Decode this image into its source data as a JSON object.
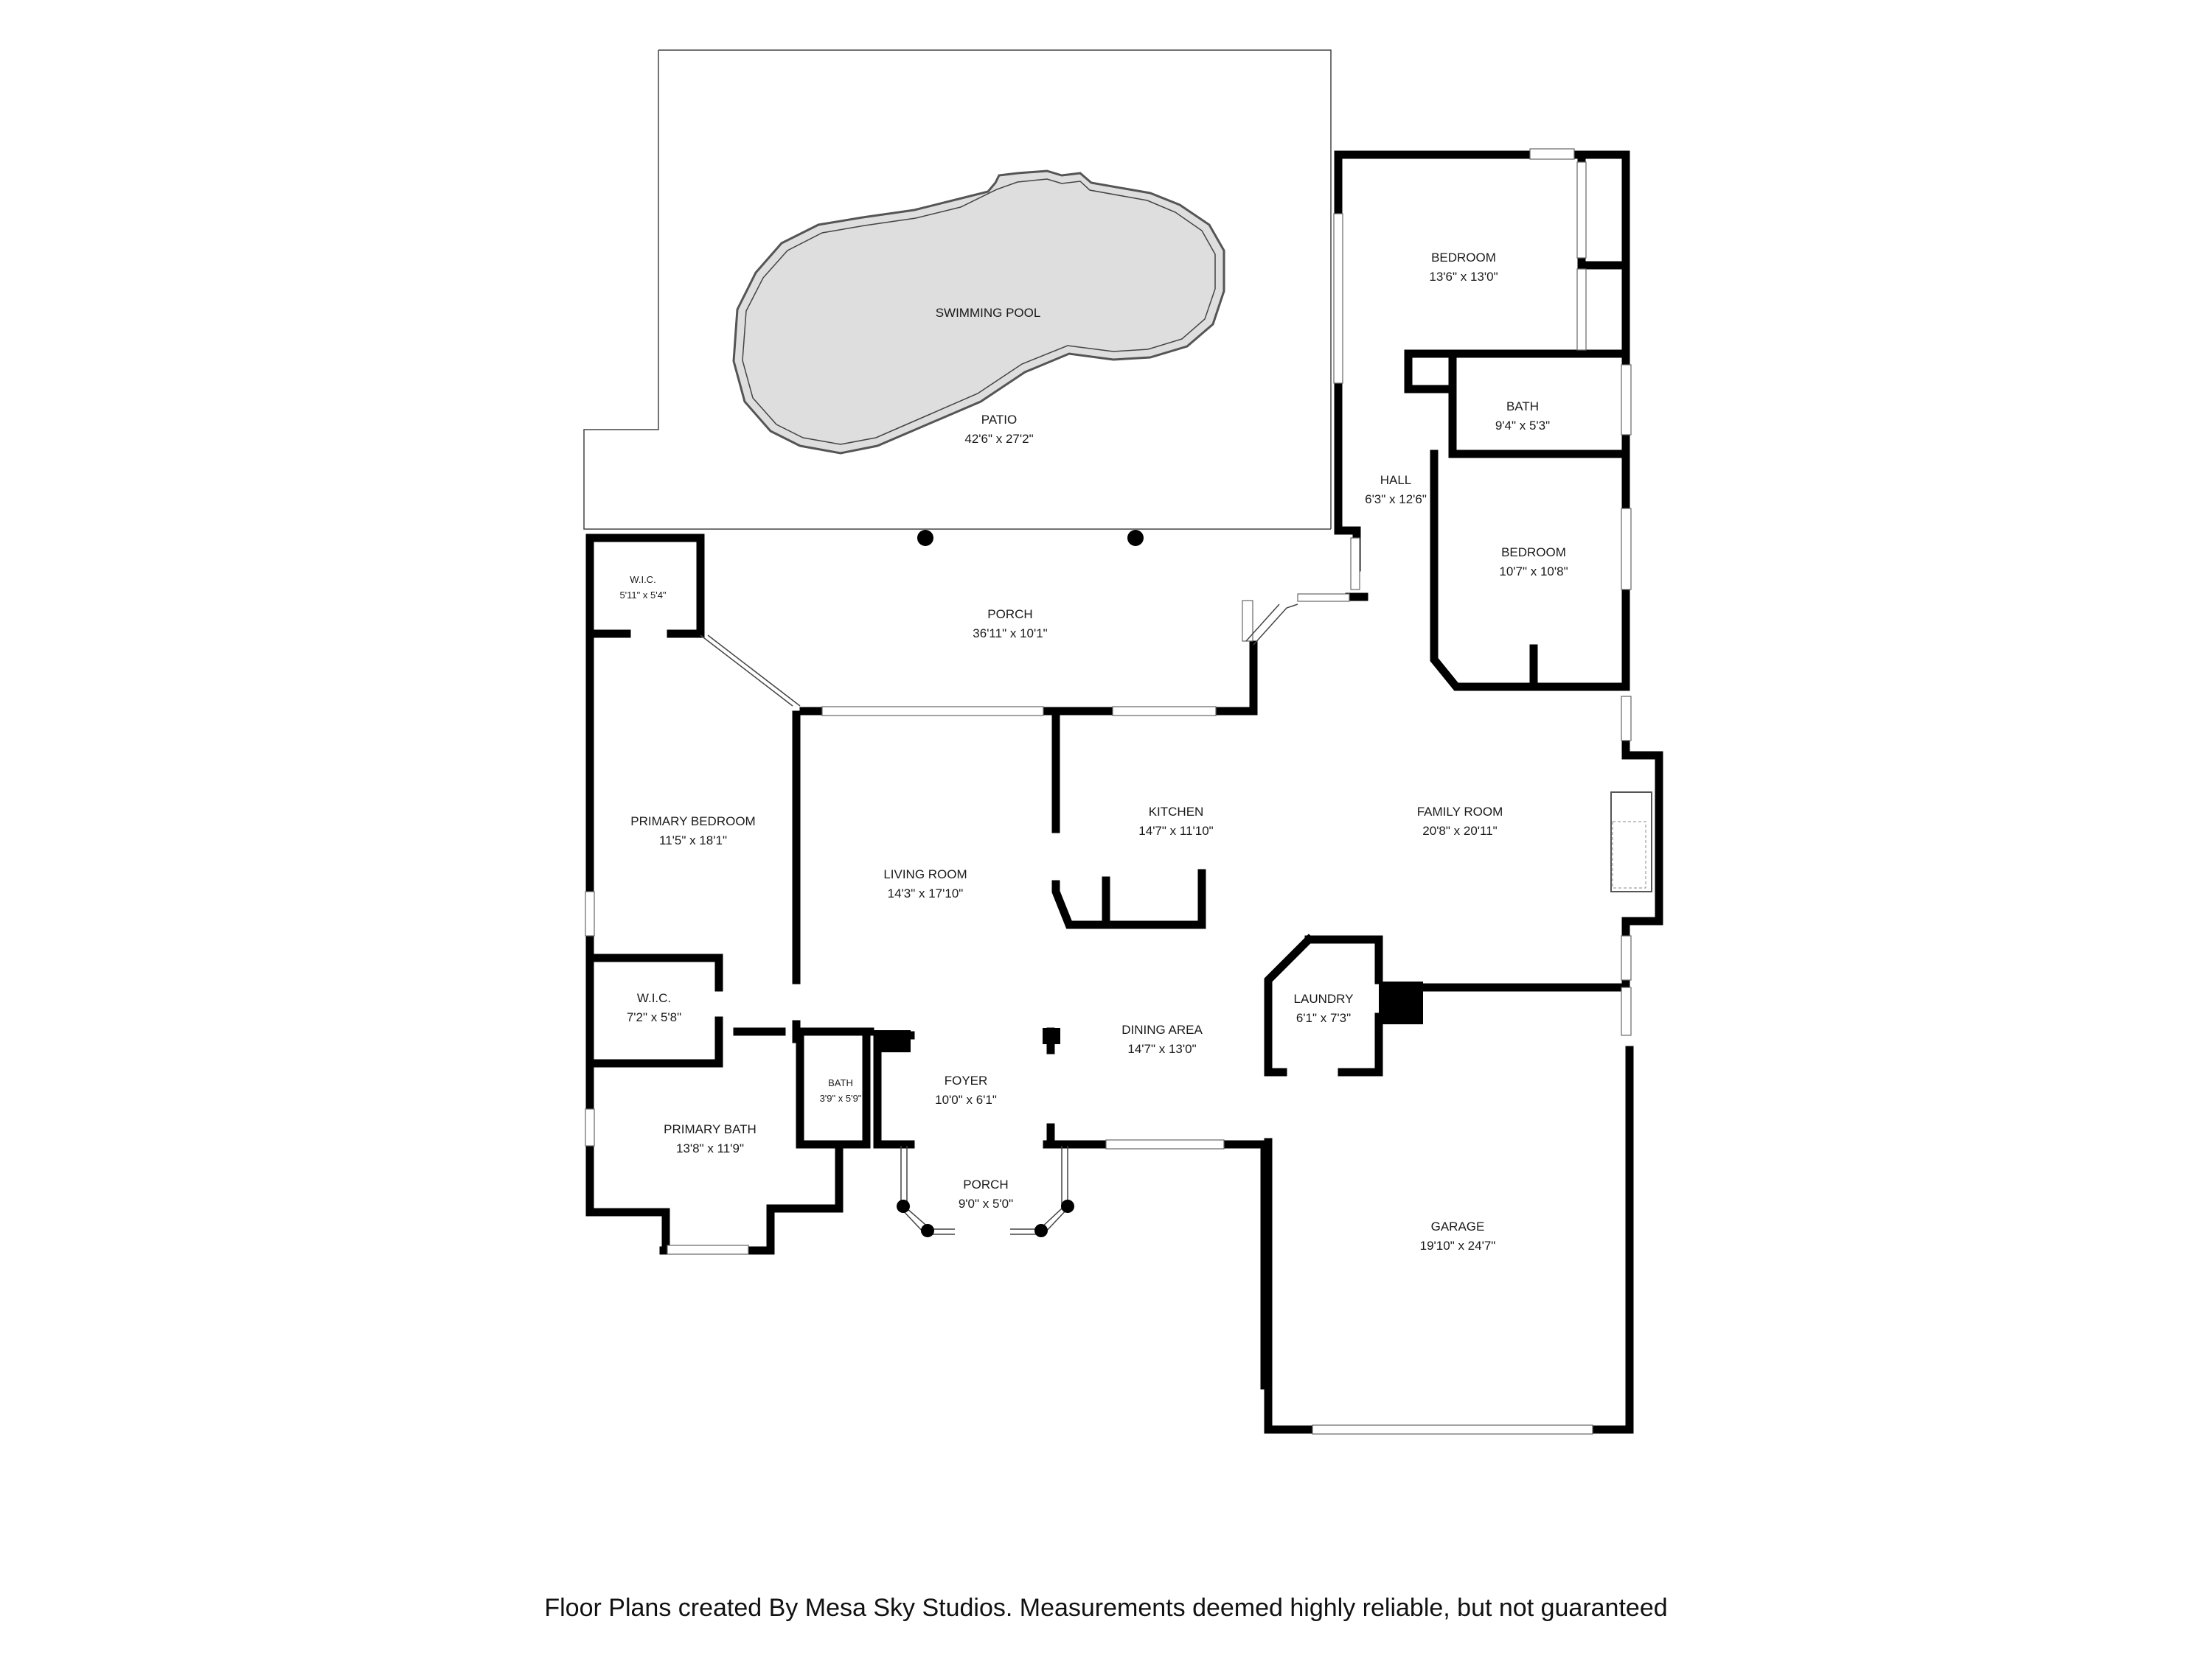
{
  "footer": "Floor Plans created By Mesa Sky Studios. Measurements deemed highly reliable, but not guaranteed",
  "rooms": {
    "swimming_pool": {
      "name": "SWIMMING POOL",
      "dims": ""
    },
    "patio": {
      "name": "PATIO",
      "dims": "42'6\" x 27'2\""
    },
    "bedroom_1": {
      "name": "BEDROOM",
      "dims": "13'6\" x 13'0\""
    },
    "bath_1": {
      "name": "BATH",
      "dims": "9'4\" x 5'3\""
    },
    "hall": {
      "name": "HALL",
      "dims": "6'3\" x 12'6\""
    },
    "bedroom_2": {
      "name": "BEDROOM",
      "dims": "10'7\" x 10'8\""
    },
    "wic_1": {
      "name": "W.I.C.",
      "dims": "5'11\" x 5'4\""
    },
    "porch_back": {
      "name": "PORCH",
      "dims": "36'11\" x 10'1\""
    },
    "primary_bedroom": {
      "name": "PRIMARY BEDROOM",
      "dims": "11'5\" x 18'1\""
    },
    "living_room": {
      "name": "LIVING ROOM",
      "dims": "14'3\" x 17'10\""
    },
    "kitchen": {
      "name": "KITCHEN",
      "dims": "14'7\" x 11'10\""
    },
    "family_room": {
      "name": "FAMILY ROOM",
      "dims": "20'8\" x 20'11\""
    },
    "wic_2": {
      "name": "W.I.C.",
      "dims": "7'2\" x 5'8\""
    },
    "laundry": {
      "name": "LAUNDRY",
      "dims": "6'1\" x 7'3\""
    },
    "dining_area": {
      "name": "DINING AREA",
      "dims": "14'7\" x 13'0\""
    },
    "bath_2": {
      "name": "BATH",
      "dims": "3'9\" x 5'9\""
    },
    "foyer": {
      "name": "FOYER",
      "dims": "10'0\" x 6'1\""
    },
    "primary_bath": {
      "name": "PRIMARY BATH",
      "dims": "13'8\" x 11'9\""
    },
    "porch_front": {
      "name": "PORCH",
      "dims": "9'0\" x 5'0\""
    },
    "garage": {
      "name": "GARAGE",
      "dims": "19'10\" x 24'7\""
    }
  }
}
